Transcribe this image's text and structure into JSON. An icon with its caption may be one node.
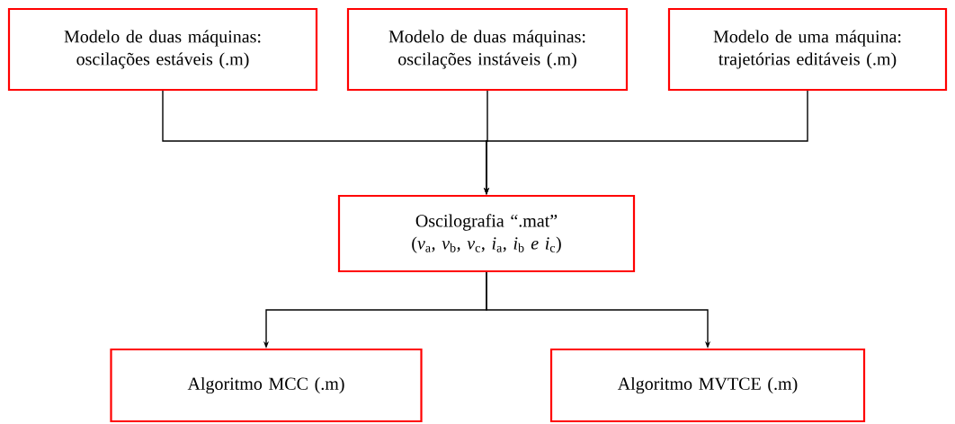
{
  "diagram": {
    "nodes": [
      {
        "text": [
          "Modelo de duas máquinas: oscilações estáveis (.m)"
        ]
      },
      {
        "text": [
          "Modelo de duas máquinas: oscilações instáveis (.m)"
        ]
      },
      {
        "text": [
          "Modelo de uma máquina: trajetórias editáveis (.m)"
        ]
      },
      {
        "text": [
          "Oscilografia “.mat” (*v*$_{a}$, *v*$_{b}$, *v*$_{c}$, *i*$_{a}$, *i*$_{b}$ *e* *i*$_{c}$)"
        ]
      },
      {
        "text": [
          "Algoritmo MCC (.m)"
        ]
      },
      {
        "text": [
          "Algoritmo MVTCE (.m)"
        ]
      }
    ],
    "edges": [
      {
        "from": 0,
        "to": 3,
        "arrow": "to"
      },
      {
        "from": 1,
        "to": 3,
        "arrow": "to"
      },
      {
        "from": 2,
        "to": 3,
        "arrow": "to"
      },
      {
        "from": 3,
        "to": 4,
        "arrow": "to"
      },
      {
        "from": 3,
        "to": 5,
        "arrow": "to"
      }
    ]
  }
}
